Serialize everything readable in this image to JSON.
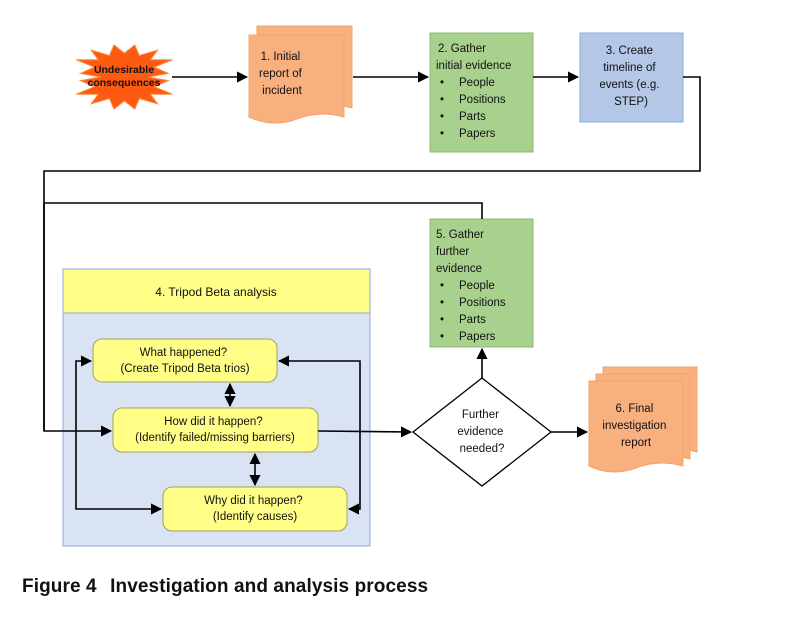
{
  "start": {
    "line1": "Undesirable",
    "line2": "consequences"
  },
  "step1": {
    "lines": [
      "1. Initial",
      "report of",
      "incident"
    ]
  },
  "step2": {
    "lines": [
      "2. Gather",
      "initial evidence"
    ],
    "items": [
      "People",
      "Positions",
      "Parts",
      "Papers"
    ]
  },
  "step3": {
    "lines": [
      "3. Create",
      "timeline of",
      "events (e.g.",
      "STEP)"
    ]
  },
  "step4": {
    "title": "4. Tripod Beta analysis",
    "what": [
      "What happened?",
      "(Create Tripod Beta trios)"
    ],
    "how": [
      "How did it happen?",
      "(Identify failed/missing barriers)"
    ],
    "why": [
      "Why did it happen?",
      "(Identify causes)"
    ]
  },
  "step5": {
    "lines": [
      "5. Gather",
      "further",
      "evidence"
    ],
    "items": [
      "People",
      "Positions",
      "Parts",
      "Papers"
    ]
  },
  "decision": {
    "lines": [
      "Further",
      "evidence",
      "needed?"
    ]
  },
  "step6": {
    "lines": [
      "6. Final",
      "investigation",
      "report"
    ]
  },
  "caption": {
    "number": "Figure 4",
    "text": "Investigation and analysis process"
  },
  "colors": {
    "orange": "#f9b07f",
    "green": "#a9d18e",
    "blue": "#b4c7e7",
    "yellow": "#ffff88",
    "panel": "#dae3f3",
    "burst": "#ff5a12"
  }
}
